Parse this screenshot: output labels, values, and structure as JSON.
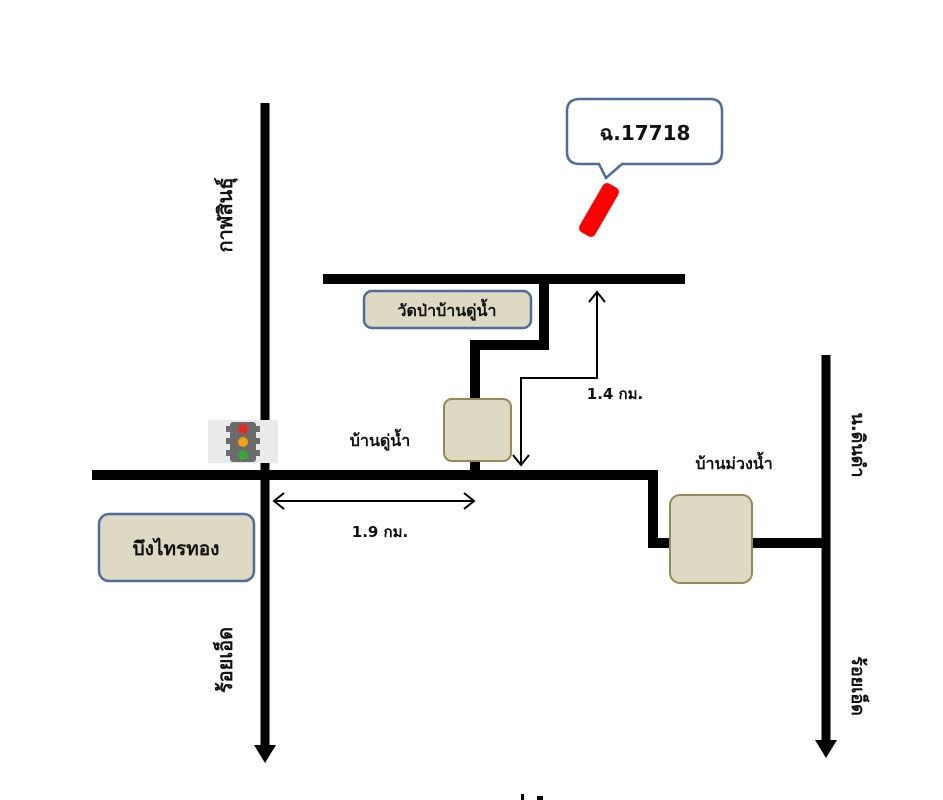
{
  "map": {
    "callout_plate": "ฉ.17718",
    "labels": {
      "kalasin": "กาฬสินธุ์",
      "roiet_left": "ร้อยเอ็ด",
      "roiet_right": "ร้อยเอ็ด",
      "na_dun": "น.ดินดำ",
      "ban_du_nam": "บ้านดู่น้ำ",
      "ban_muang_nam": "บ้านม่วงน้ำ"
    },
    "boxes": {
      "wat": "วัดป่าบ้านดู่น้ำ",
      "bueng": "บึงไทรทอง"
    },
    "distances": {
      "horizontal": "1.9 กม.",
      "vertical": "1.4 กม."
    },
    "colors": {
      "road": "#000000",
      "box_fill": "#ddd9c3",
      "box_border": "#4f6c9d",
      "village_fill": "#ddd9c3",
      "village_border": "#948a54",
      "marker": "#ff0000"
    },
    "icons": {
      "traffic_light": "traffic-light-icon",
      "location": "location-marker-icon"
    }
  }
}
